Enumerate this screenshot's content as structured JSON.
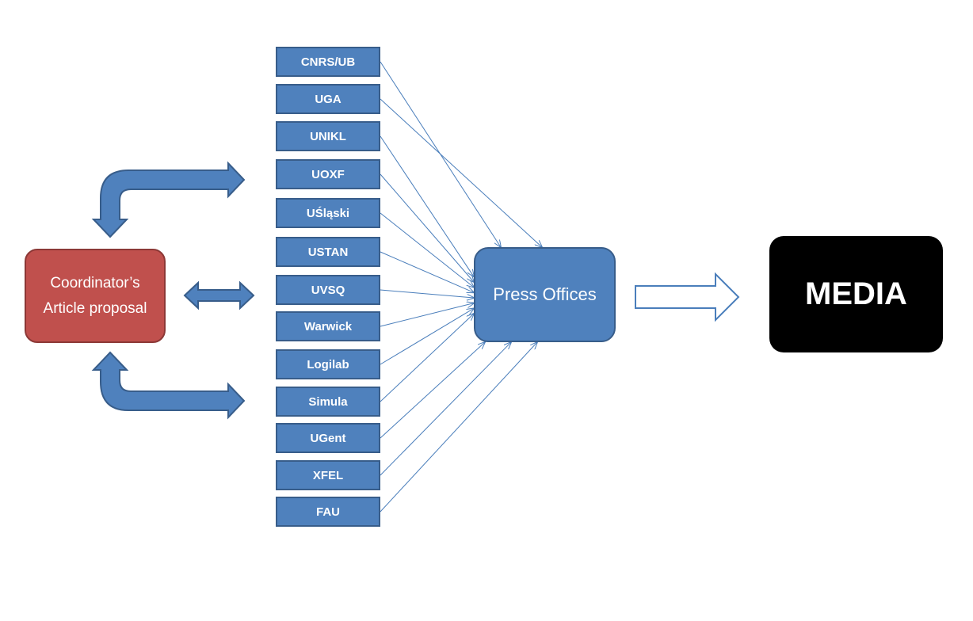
{
  "coordinator": {
    "label": "Coordinator’s Article proposal"
  },
  "partners": [
    {
      "label": "CNRS/UB"
    },
    {
      "label": "UGA"
    },
    {
      "label": "UNIKL"
    },
    {
      "label": "UOXF"
    },
    {
      "label": "UŚląski"
    },
    {
      "label": "USTAN"
    },
    {
      "label": "UVSQ"
    },
    {
      "label": "Warwick"
    },
    {
      "label": "Logilab"
    },
    {
      "label": "Simula"
    },
    {
      "label": "UGent"
    },
    {
      "label": "XFEL"
    },
    {
      "label": "FAU"
    }
  ],
  "press_offices": {
    "label": "Press Offices"
  },
  "media": {
    "label": "MEDIA"
  },
  "colors": {
    "partner_fill": "#4f81bd",
    "partner_border": "#385d8a",
    "coordinator_fill": "#c0504d",
    "media_fill": "#000000",
    "connector": "#4a7ebb"
  }
}
